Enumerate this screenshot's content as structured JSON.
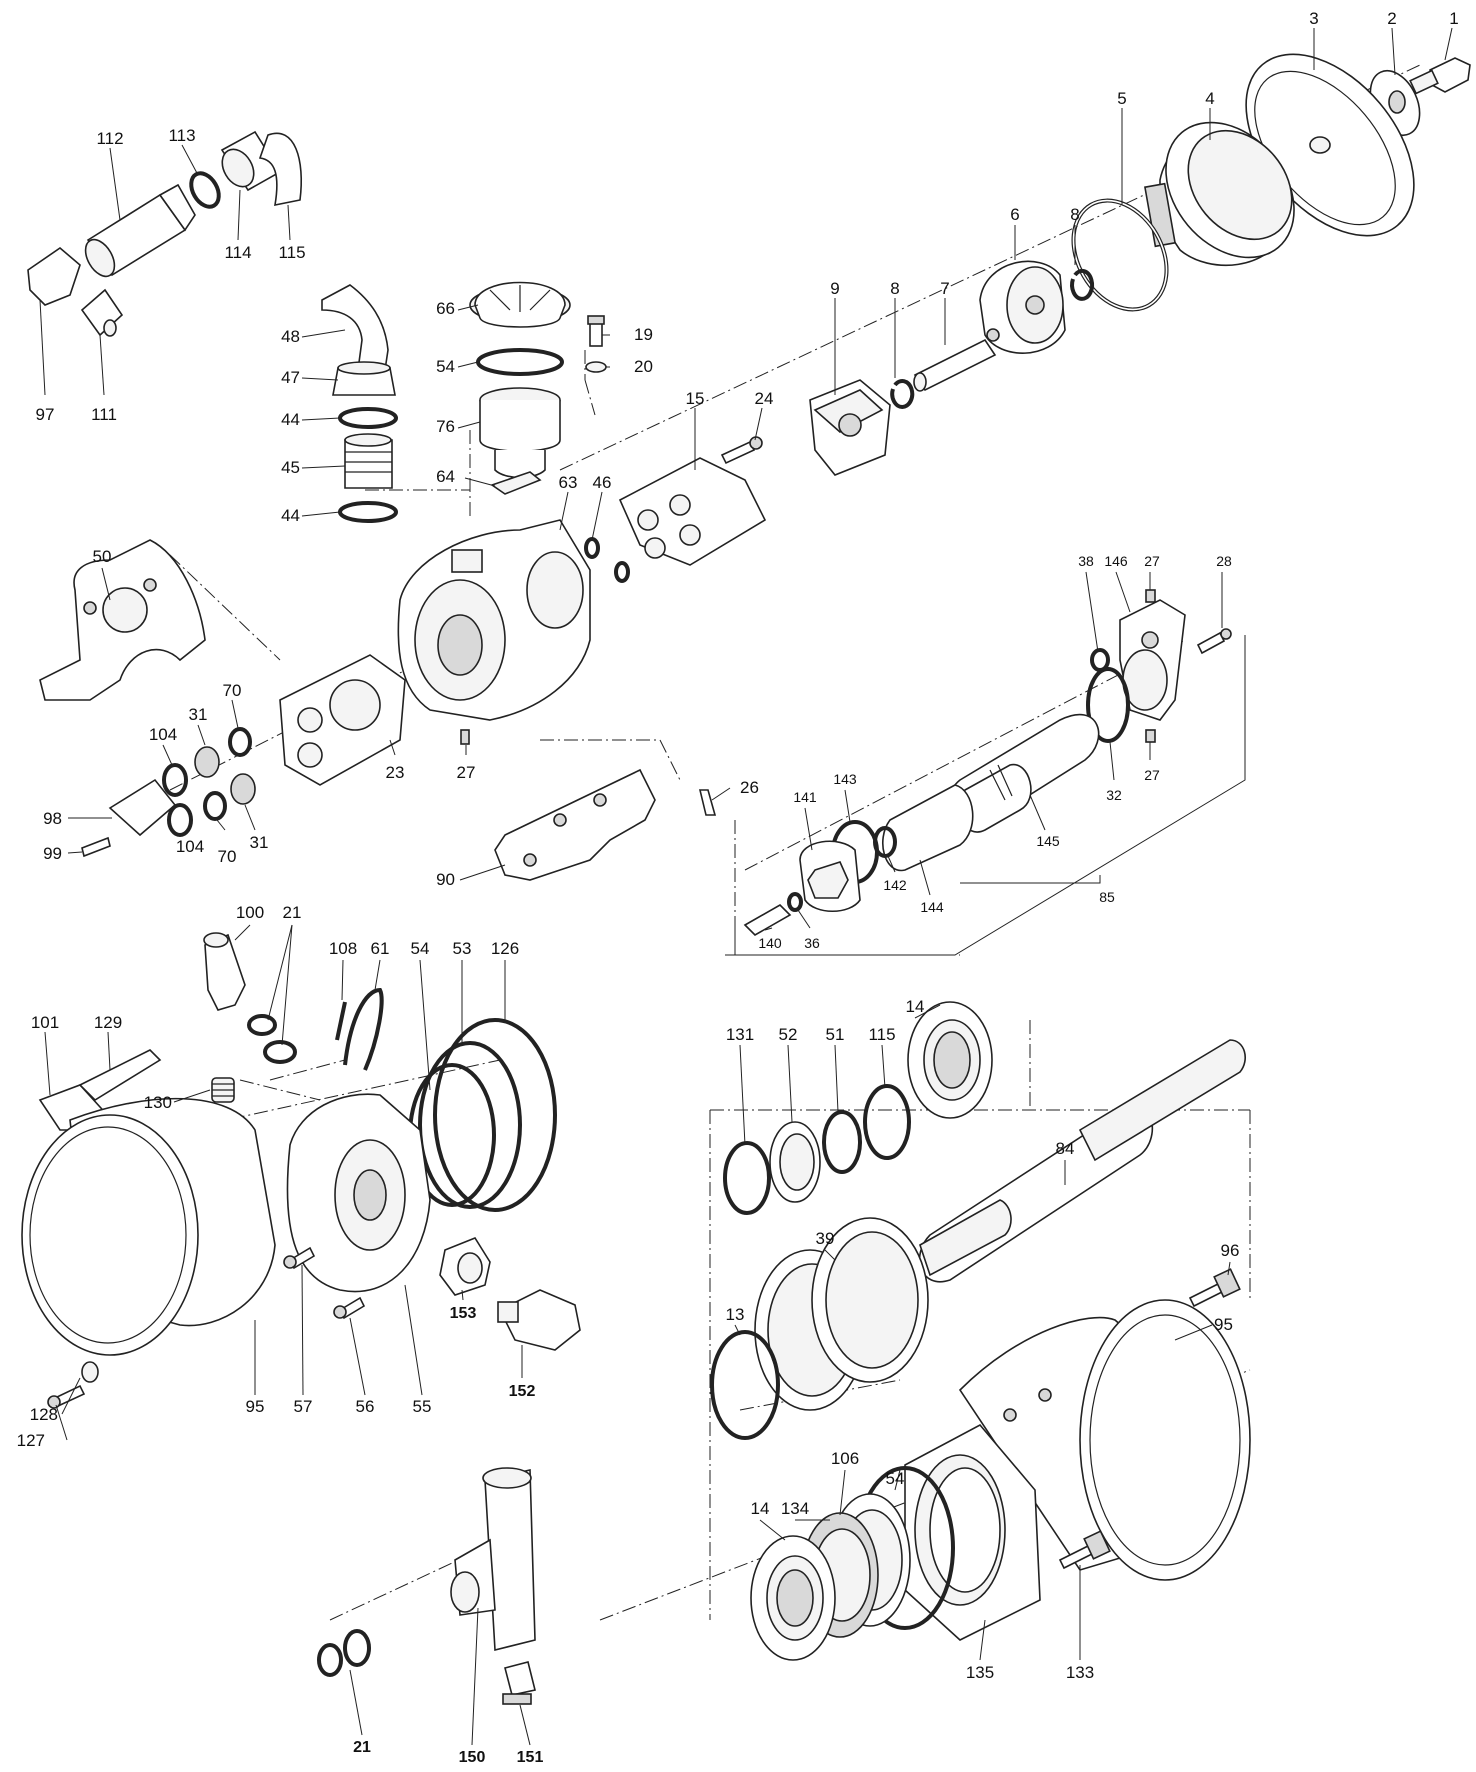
{
  "labels": {
    "l1": "1",
    "l2": "2",
    "l3": "3",
    "l4": "4",
    "l5": "5",
    "l6": "6",
    "l7": "7",
    "l8a": "8",
    "l8b": "8",
    "l9": "9",
    "l15": "15",
    "l24": "24",
    "l19": "19",
    "l20": "20",
    "l54a": "54",
    "l66": "66",
    "l76": "76",
    "l64": "64",
    "l63": "63",
    "l46": "46",
    "l48": "48",
    "l47": "47",
    "l44a": "44",
    "l45": "45",
    "l44b": "44",
    "l112": "112",
    "l113": "113",
    "l114": "114",
    "l115a": "115",
    "l97": "97",
    "l111": "111",
    "l50": "50",
    "l70a": "70",
    "l31a": "31",
    "l104a": "104",
    "l98": "98",
    "l99": "99",
    "l104b": "104",
    "l70b": "70",
    "l31b": "31",
    "l23": "23",
    "l27a": "27",
    "l26": "26",
    "l90": "90",
    "l38": "38",
    "l146": "146",
    "l27b": "27",
    "l28": "28",
    "l32": "32",
    "l27c": "27",
    "l141": "141",
    "l143": "143",
    "l142": "142",
    "l144": "144",
    "l145": "145",
    "l85": "85",
    "l140": "140",
    "l36": "36",
    "l100": "100",
    "l21a": "21",
    "l108": "108",
    "l61": "61",
    "l54b": "54",
    "l53": "53",
    "l126": "126",
    "l101": "101",
    "l129": "129",
    "l130": "130",
    "l128": "128",
    "l127": "127",
    "l95a": "95",
    "l57": "57",
    "l56": "56",
    "l55": "55",
    "l153": "153",
    "l152": "152",
    "l131": "131",
    "l52": "52",
    "l51": "51",
    "l115b": "115",
    "l14a": "14",
    "l84": "84",
    "l39": "39",
    "l13": "13",
    "l96": "96",
    "l95b": "95",
    "l106": "106",
    "l54c": "54",
    "l14b": "14",
    "l134": "134",
    "l135": "135",
    "l133": "133",
    "l21b": "21",
    "l150": "150",
    "l151": "151"
  }
}
